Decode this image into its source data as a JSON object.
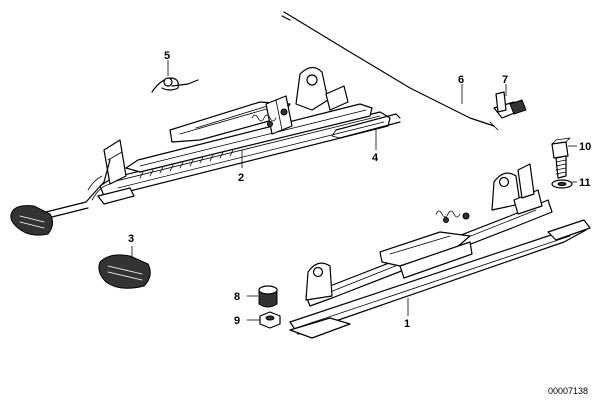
{
  "diagram": {
    "parts": [
      {
        "id": "1",
        "label": "1"
      },
      {
        "id": "2",
        "label": "2"
      },
      {
        "id": "3",
        "label": "3"
      },
      {
        "id": "4",
        "label": "4"
      },
      {
        "id": "5",
        "label": "5"
      },
      {
        "id": "6",
        "label": "6"
      },
      {
        "id": "7",
        "label": "7"
      },
      {
        "id": "8",
        "label": "8"
      },
      {
        "id": "9",
        "label": "9"
      },
      {
        "id": "10",
        "label": "10"
      },
      {
        "id": "11",
        "label": "11"
      }
    ],
    "reference_code": "00007138"
  }
}
